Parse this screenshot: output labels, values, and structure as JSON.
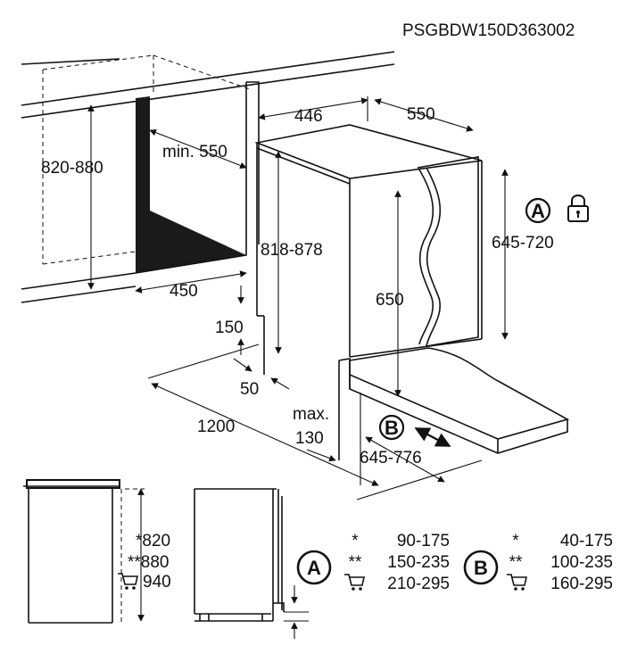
{
  "drawing_code": "PSGBDW150D363002",
  "dimensions": {
    "niche_height": "820-880",
    "min_depth": "min. 550",
    "niche_depth": "450",
    "appliance_height": "818-878",
    "top_width": "446",
    "top_depth": "550",
    "door_height_range": "645-720",
    "door_panel_height": "650",
    "plinth_height": "150",
    "plinth_gap": "50",
    "door_swing": "1200",
    "max_label": "max.",
    "max_value": "130",
    "plinth_depth_range": "645-776"
  },
  "markers": {
    "a": "A",
    "b": "B"
  },
  "legend": {
    "a": [
      {
        "sym": "*",
        "range": "90-175"
      },
      {
        "sym": "**",
        "range": "150-235"
      },
      {
        "sym": "",
        "range": "210-295"
      }
    ],
    "b": [
      {
        "sym": "*",
        "range": "40-175"
      },
      {
        "sym": "**",
        "range": "100-235"
      },
      {
        "sym": "",
        "range": "160-295"
      }
    ]
  },
  "heights": [
    {
      "sym": "*",
      "value": "820"
    },
    {
      "sym": "**",
      "value": "880"
    },
    {
      "sym": "",
      "value": "940"
    }
  ],
  "icons": [
    "lock-icon",
    "trolley-icon"
  ]
}
